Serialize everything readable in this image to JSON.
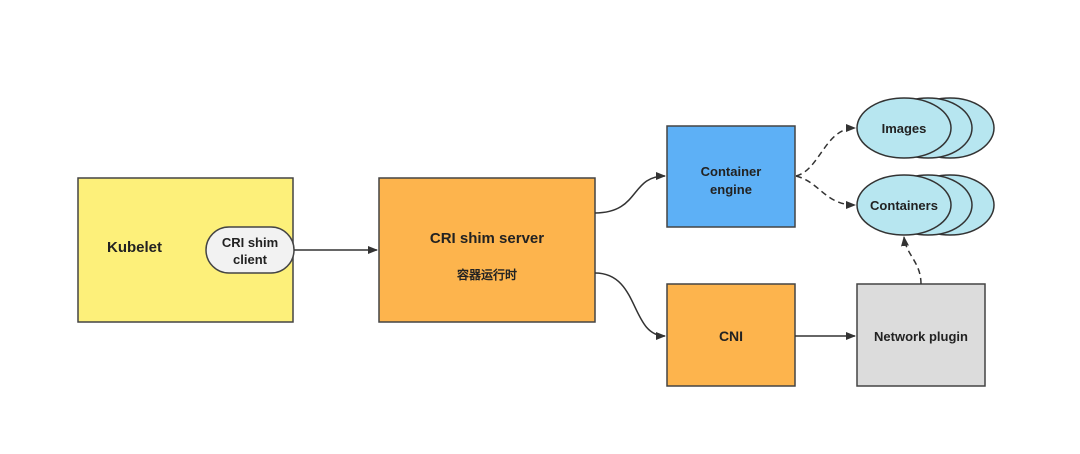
{
  "nodes": {
    "kubelet": {
      "label": "Kubelet",
      "fill": "#fdf07a",
      "stroke": "#444444"
    },
    "cri_shim_client": {
      "line1": "CRI shim",
      "line2": "client",
      "fill": "#f2f2f2",
      "stroke": "#444444"
    },
    "cri_shim_server": {
      "label": "CRI shim server",
      "sublabel": "容器运行时",
      "fill": "#fdb44d",
      "stroke": "#444444"
    },
    "container_engine": {
      "line1": "Container",
      "line2": "engine",
      "fill": "#5db0f6",
      "stroke": "#444444"
    },
    "cni": {
      "label": "CNI",
      "fill": "#fdb44d",
      "stroke": "#444444"
    },
    "network_plugin": {
      "label": "Network plugin",
      "fill": "#dcdcdc",
      "stroke": "#444444"
    },
    "images": {
      "label": "Images",
      "fill": "#b7e6f0",
      "stroke": "#333333"
    },
    "containers": {
      "label": "Containers",
      "fill": "#b7e6f0",
      "stroke": "#333333"
    }
  },
  "colors": {
    "edge": "#333333"
  }
}
